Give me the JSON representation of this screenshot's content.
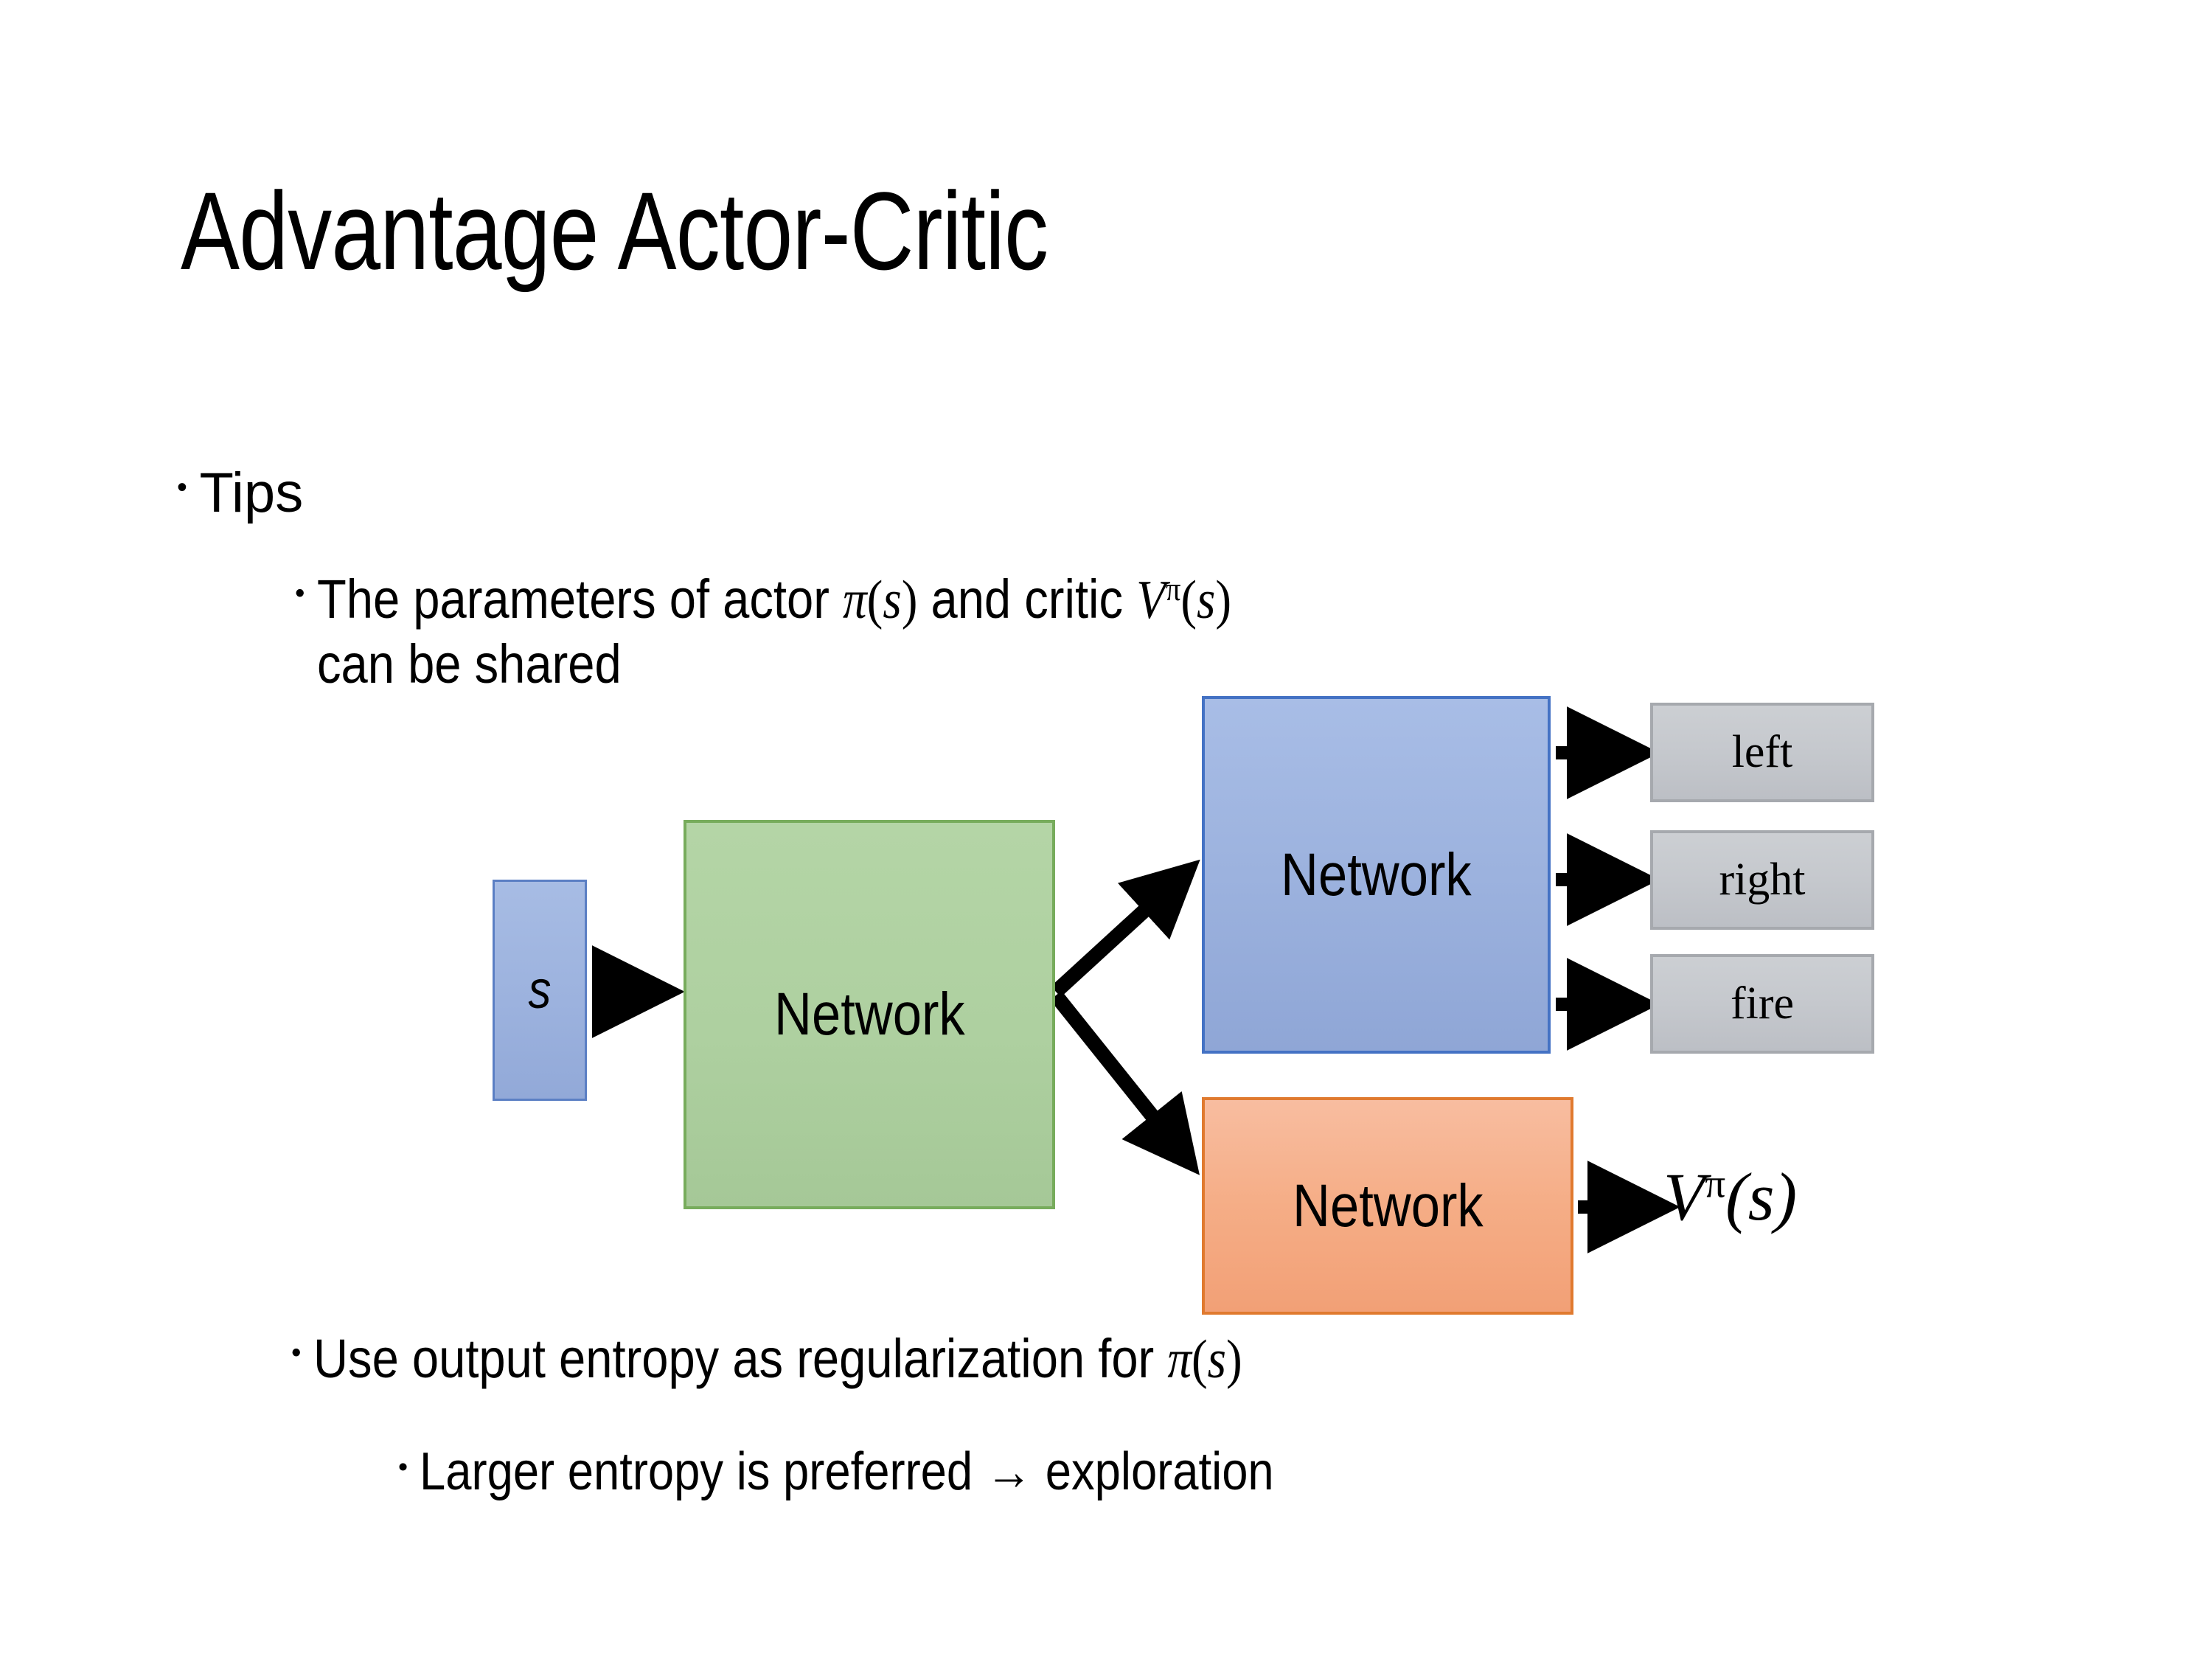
{
  "slide": {
    "title": "Advantage Actor-Critic",
    "background_color": "#ffffff",
    "text_color": "#000000"
  },
  "bullets": [
    {
      "level": 1,
      "marker": "•",
      "text": "Tips"
    },
    {
      "level": 2,
      "marker": "•",
      "line1_prefix": "The parameters of actor ",
      "math1": "π(s)",
      "line1_middle": "  and critic ",
      "math2": "Vπ(s)",
      "line2": "can be shared"
    },
    {
      "level": 2,
      "marker": "•",
      "text_prefix": "Use output entropy as regularization for ",
      "math": "π(s)"
    },
    {
      "level": 3,
      "marker": "•",
      "text": "Larger entropy is preferred → exploration"
    }
  ],
  "diagram": {
    "input_box": {
      "label": "s",
      "fill": "#9cb2de",
      "border": "#5b7fc4"
    },
    "shared_network": {
      "label": "Network",
      "fill": "#aed0a0",
      "border": "#77ac5c"
    },
    "actor_network": {
      "label": "Network",
      "fill": "#9cb2de",
      "border": "#4472c4"
    },
    "critic_network": {
      "label": "Network",
      "fill": "#f5ad86",
      "border": "#e07a2f"
    },
    "actions": [
      {
        "label": "left",
        "fill": "#c5c8cd",
        "border": "#a6a9ae"
      },
      {
        "label": "right",
        "fill": "#c5c8cd",
        "border": "#a6a9ae"
      },
      {
        "label": "fire",
        "fill": "#c5c8cd",
        "border": "#a6a9ae"
      }
    ],
    "critic_output": {
      "base": "V",
      "superscript": "π",
      "argument": "(s)"
    },
    "arrow_color": "#000000"
  }
}
